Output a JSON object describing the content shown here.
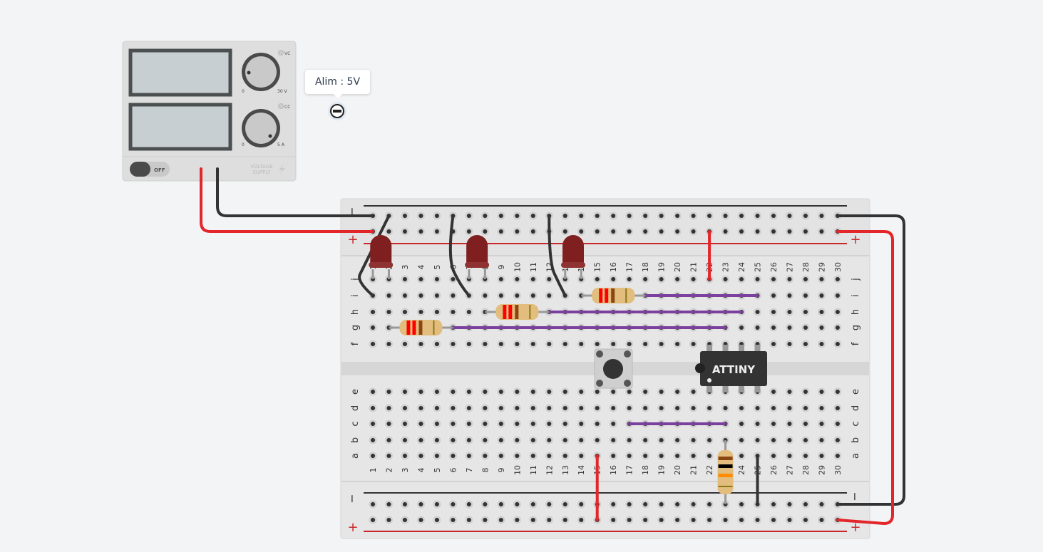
{
  "supply": {
    "voltage_min": "0",
    "voltage_max": "30 V",
    "current_min": "0",
    "current_max": "5 A",
    "vc_label": "VC",
    "cc_label": "CC",
    "switch_label": "OFF",
    "brand_line1": "VOLTAGE",
    "brand_line2": "SUPPLY"
  },
  "tooltip": {
    "text": "Alim : 5V"
  },
  "breadboard": {
    "columns": [
      "1",
      "2",
      "3",
      "4",
      "5",
      "6",
      "7",
      "8",
      "9",
      "10",
      "11",
      "12",
      "13",
      "14",
      "15",
      "16",
      "17",
      "18",
      "19",
      "20",
      "21",
      "22",
      "23",
      "24",
      "25",
      "26",
      "27",
      "28",
      "29",
      "30"
    ],
    "upper_rows": [
      "j",
      "i",
      "h",
      "g",
      "f"
    ],
    "lower_rows": [
      "e",
      "d",
      "c",
      "b",
      "a"
    ],
    "minus_sign": "−",
    "plus_sign": "+"
  },
  "chip": {
    "label": "ATTINY"
  },
  "colors": {
    "wire_red": "#e3262a",
    "wire_black": "#333333",
    "wire_purple": "#7b3f9e",
    "led": "#7f1f1f"
  }
}
